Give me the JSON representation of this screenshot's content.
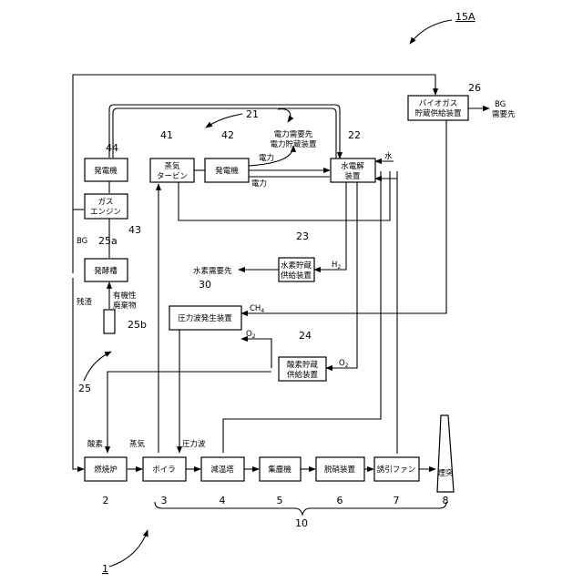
{
  "refs": {
    "system": "1",
    "system_15a": "15A",
    "furnace": "2",
    "boiler": "3",
    "cooling_tower": "4",
    "dust_collector": "5",
    "denitration": "6",
    "fan": "7",
    "chimney": "8",
    "group_10": "10",
    "group_21": "21",
    "electrolyzer": "22",
    "h2_storage": "23",
    "o2_storage": "24",
    "group_25": "25",
    "fermenter": "25a",
    "waste": "25b",
    "biogas": "26",
    "pressure_wave": "30",
    "steam_turbine": "41",
    "generator_42": "42",
    "gas_engine": "43",
    "generator_44": "44"
  },
  "boxes": {
    "furnace": "燃焼炉",
    "boiler": "ボイラ",
    "cooling_tower": "減温塔",
    "dust_collector": "集塵機",
    "denitration": "脱硝装置",
    "fan": "誘引ファン",
    "chimney": "煙突",
    "generator_44": "発電機",
    "gas_engine_l1": "ガス",
    "gas_engine_l2": "エンジン",
    "fermenter": "発酵槽",
    "steam_turbine_l1": "蒸気",
    "steam_turbine_l2": "タービン",
    "generator_42": "発電機",
    "electrolyzer_l1": "水電解",
    "electrolyzer_l2": "装置",
    "biogas_l1": "バイオガス",
    "biogas_l2": "貯蔵供給装置",
    "h2_storage_l1": "水素貯蔵",
    "h2_storage_l2": "供給装置",
    "pressure_wave": "圧力波発生装置",
    "o2_storage_l1": "酸素貯蔵",
    "o2_storage_l2": "供給装置"
  },
  "labels": {
    "power_demand_l1": "電力需要先",
    "power_demand_l2": "電力貯蔵装置",
    "power_1": "電力",
    "power_2": "電力",
    "water": "水",
    "bg_demand_l1": "BG",
    "bg_demand_l2": "需要先",
    "bg": "BG",
    "residue": "残渣",
    "organic_l1": "有機性",
    "organic_l2": "廃棄物",
    "h2_demand": "水素需要先",
    "h2": "H",
    "h2_sub": "2",
    "ch4": "CH",
    "ch4_sub": "4",
    "o2_a": "O",
    "o2_a_sub": "2",
    "o2_b": "O",
    "o2_b_sub": "2",
    "oxygen": "酸素",
    "steam": "蒸気",
    "pressure_wave": "圧力波"
  }
}
